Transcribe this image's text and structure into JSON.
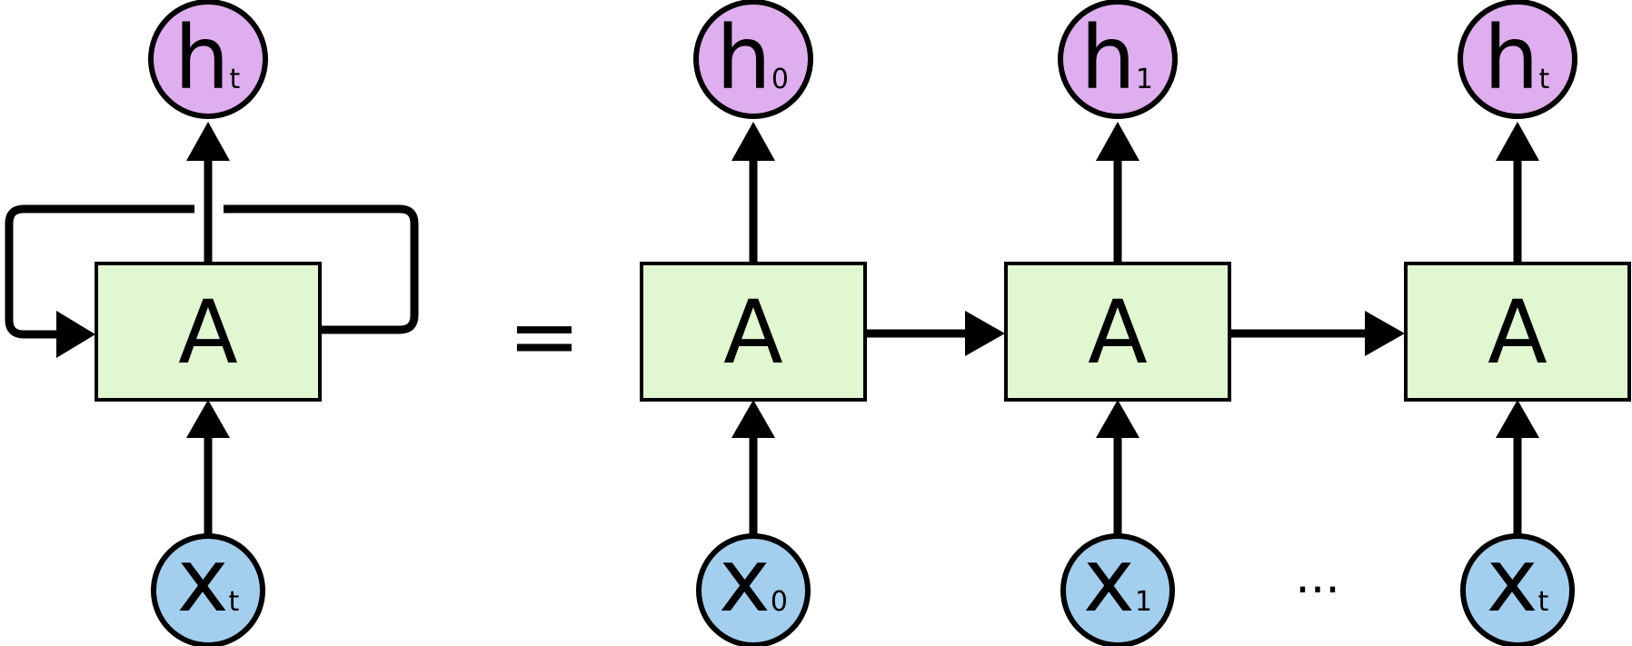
{
  "cell_label": "A",
  "equals_sign": "=",
  "ellipsis": "...",
  "colors": {
    "cell_fill": "#e0f7d2",
    "input_fill": "#a4ceee",
    "output_fill": "#dfaeee",
    "stroke": "#000000"
  },
  "rolled": {
    "input": {
      "base": "x",
      "sub": "t"
    },
    "output": {
      "base": "h",
      "sub": "t"
    }
  },
  "unrolled": [
    {
      "input": {
        "base": "x",
        "sub": "0"
      },
      "output": {
        "base": "h",
        "sub": "0"
      }
    },
    {
      "input": {
        "base": "x",
        "sub": "1"
      },
      "output": {
        "base": "h",
        "sub": "1"
      }
    },
    {
      "input": {
        "base": "x",
        "sub": "t"
      },
      "output": {
        "base": "h",
        "sub": "t"
      }
    }
  ]
}
